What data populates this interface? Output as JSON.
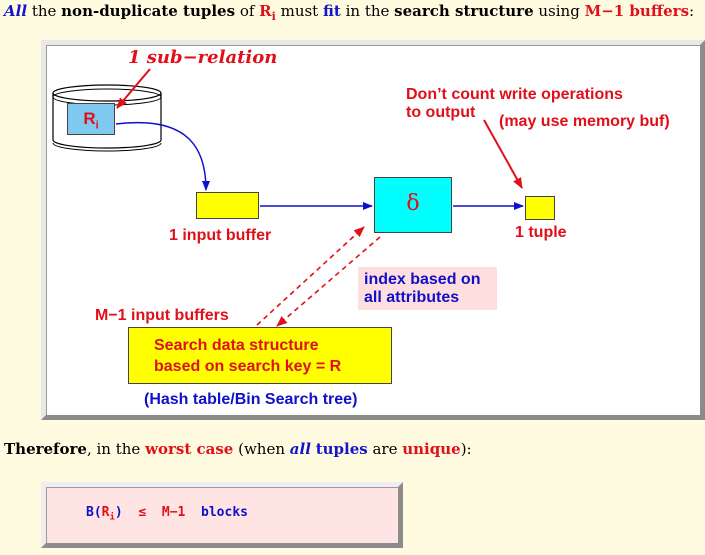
{
  "intro": {
    "all": "All",
    "t1": " the ",
    "nondup": "non-duplicate tuples",
    "t2": " of ",
    "R": "R",
    "i": "i",
    "t3": " must ",
    "fit": "fit",
    "t4": " in the ",
    "search_structure": "search structure",
    "t5": " using ",
    "buffers": "M−1 buffers",
    "t6": ":"
  },
  "diagram": {
    "sub_relation": "1 sub−relation",
    "ri_R": "R",
    "ri_i": "i",
    "input_buffer": "1 input buffer",
    "delta": "δ",
    "dont_count_1": "Don’t count  write  operations",
    "dont_count_2": "to output",
    "may_use": "(may use memory buf)",
    "one_tuple": "1 tuple",
    "index_note_1": "index based on",
    "index_note_2": "all attributes",
    "m1_input": "M−1 input buffers",
    "search_1": "Search data structure",
    "search_2": "based on search key = R",
    "hash": "(Hash table/Bin Search tree)"
  },
  "conclusion": {
    "therefore": "Therefore",
    "t1": ", in the ",
    "worst": "worst case",
    "t2": " (when ",
    "all": "all",
    "t3": " ",
    "tuples": "tuples",
    "t4": " are ",
    "unique": "unique",
    "t5": "):"
  },
  "formula": {
    "B": "B(",
    "R": "R",
    "i": "i",
    "close": ")",
    "le": "≤",
    "m1": "M−1",
    "blocks": "blocks"
  },
  "colors": {
    "page_bg": "#fffbe1",
    "blue": "#1010c8",
    "red": "#e0101a",
    "yellow": "#ffff00",
    "cyan": "#00ffff",
    "light_blue": "#7fc8f0",
    "pink": "#ffdede"
  }
}
